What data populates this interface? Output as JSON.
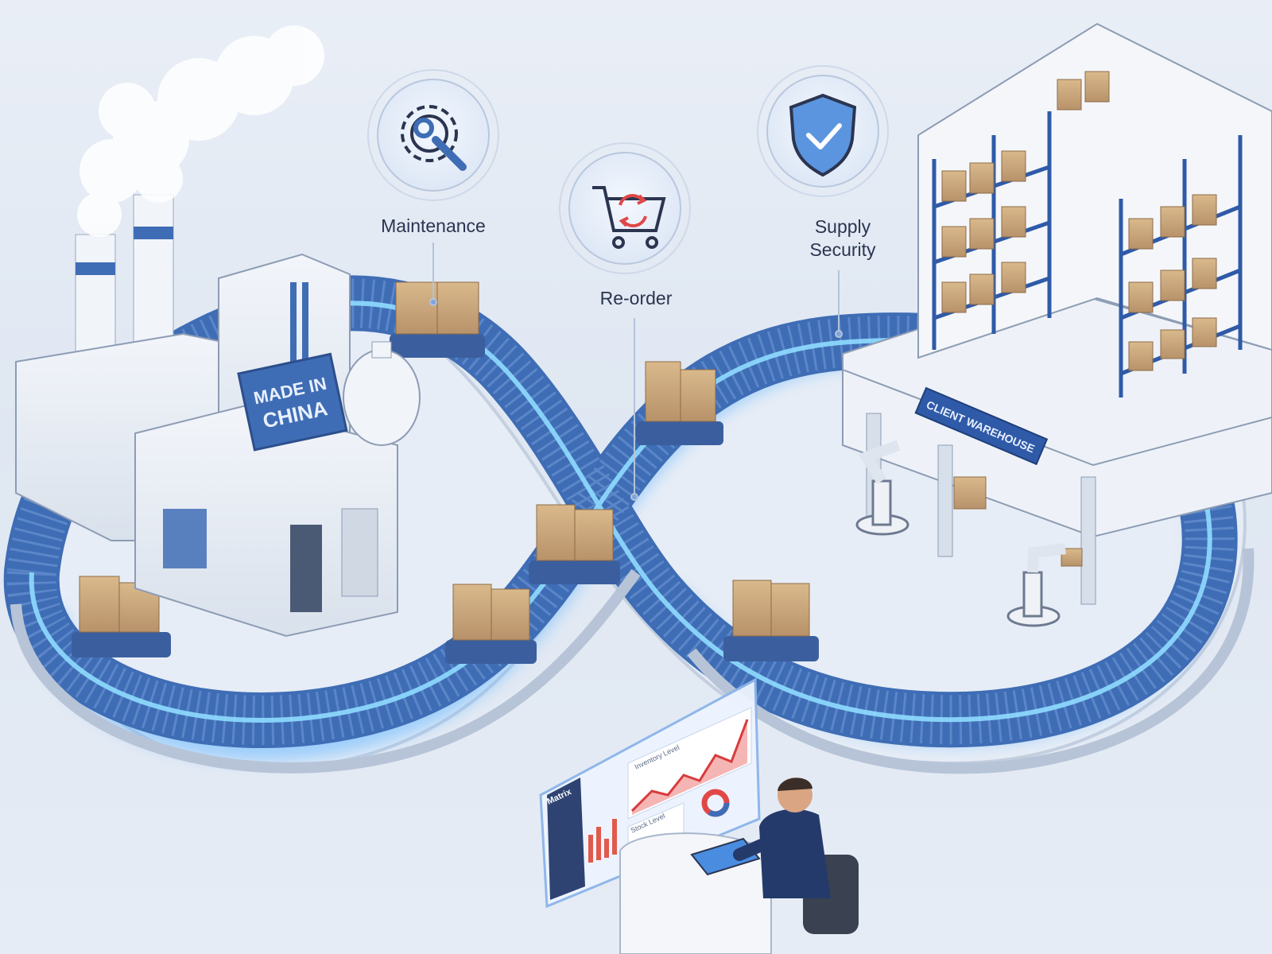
{
  "labels": {
    "maintenance": "Maintenance",
    "reorder": "Re-order",
    "supply_line1": "Supply",
    "supply_line2": "Security"
  },
  "factory": {
    "sign_line1": "MADE IN",
    "sign_line2": "CHINA"
  },
  "warehouse": {
    "sign": "CLIENT WAREHOUSE"
  },
  "dashboard": {
    "brand": "Matrix",
    "panel_titles": [
      "Inventory Level",
      "Stock Level"
    ]
  },
  "icons": [
    "gear-wrench-icon",
    "cart-refresh-icon",
    "shield-check-icon"
  ],
  "colors": {
    "belt": "#3f6db5",
    "glow": "#4da6f5",
    "accent_red": "#e04848",
    "text": "#2b3550"
  }
}
